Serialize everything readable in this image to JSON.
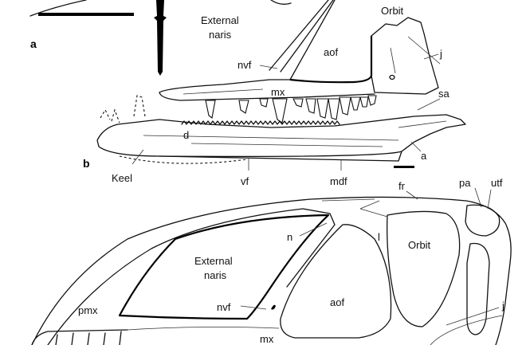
{
  "panel_a": {
    "panel_letter": "a",
    "labels": {
      "external_naris": [
        "External",
        "naris"
      ],
      "orbit": "Orbit",
      "aof": "aof",
      "nvf": "nvf",
      "j": "j",
      "mx": "mx",
      "sa": "sa",
      "d": "d",
      "a": "a"
    }
  },
  "panel_b": {
    "panel_letter": "b",
    "labels": {
      "keel": "Keel",
      "vf": "vf",
      "mdf": "mdf",
      "fr": "fr",
      "pa": "pa",
      "utf": "utf",
      "n": "n",
      "l": "l",
      "orbit": "Orbit",
      "external_naris": [
        "External",
        "naris"
      ],
      "nvf": "nvf",
      "aof": "aof",
      "pmx": "pmx",
      "j": "j",
      "mx": "mx"
    }
  }
}
